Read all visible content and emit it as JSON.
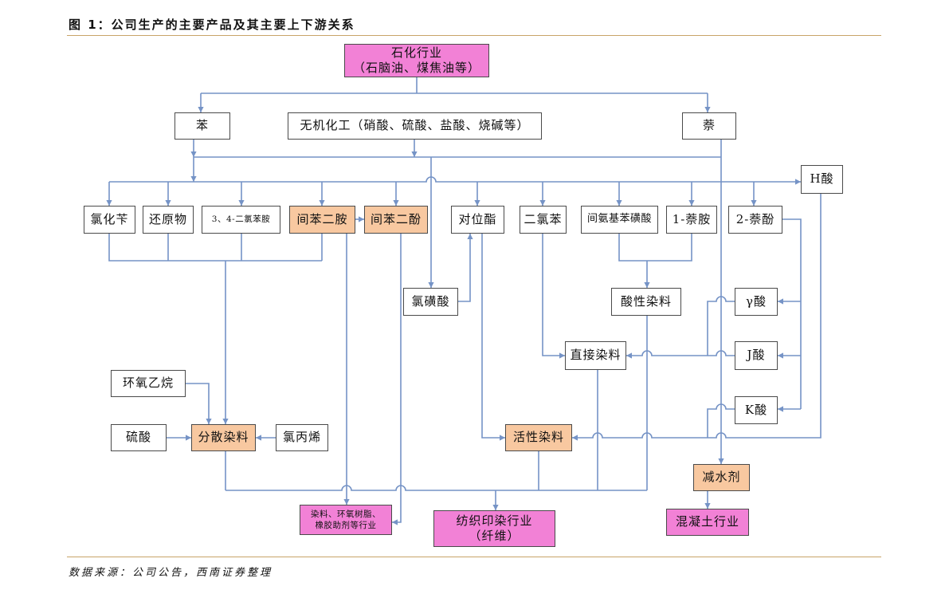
{
  "title": "图 1：公司生产的主要产品及其主要上下游关系",
  "source": "数据来源：公司公告，西南证券整理",
  "colors": {
    "industry_fill": "#f281d6",
    "product_fill": "#f8c8a0",
    "connector": "#7593c6",
    "rule": "#c8a468"
  },
  "nodes": {
    "petrochemical": {
      "line1": "石化行业",
      "line2": "（石脑油、煤焦油等）"
    },
    "benzene": "苯",
    "inorganic": "无机化工（硝酸、硫酸、盐酸、烧碱等）",
    "naphthalene": "萘",
    "h_acid": "H酸",
    "benzyl_chloride": "氯化苄",
    "reductant": "还原物",
    "dichloroaniline": "3、4-二氯苯胺",
    "m_phenylenediamine": "间苯二胺",
    "resorcinol": "间苯二酚",
    "para_ester": "对位酯",
    "dichlorobenzene": "二氯苯",
    "metanilic_acid": "间氨基苯磺酸",
    "naphthylamine": "1-萘胺",
    "naphthol": "2-萘酚",
    "chlorosulfonic_acid": "氯磺酸",
    "acid_dyes": "酸性染料",
    "gamma_acid": "γ酸",
    "direct_dyes": "直接染料",
    "j_acid": "J酸",
    "ethylene_oxide": "环氧乙烷",
    "k_acid": "K酸",
    "sulfuric_acid": "硫酸",
    "disperse_dyes": "分散染料",
    "allyl_chloride": "氯丙烯",
    "reactive_dyes": "活性染料",
    "water_reducer": "减水剂",
    "concrete": "混凝土行业",
    "dye_resin_rubber": {
      "line1": "染料、环氧树脂、",
      "line2": "橡胶助剂等行业"
    },
    "textile": {
      "line1": "纺织印染行业",
      "line2": "（纤维）"
    }
  }
}
